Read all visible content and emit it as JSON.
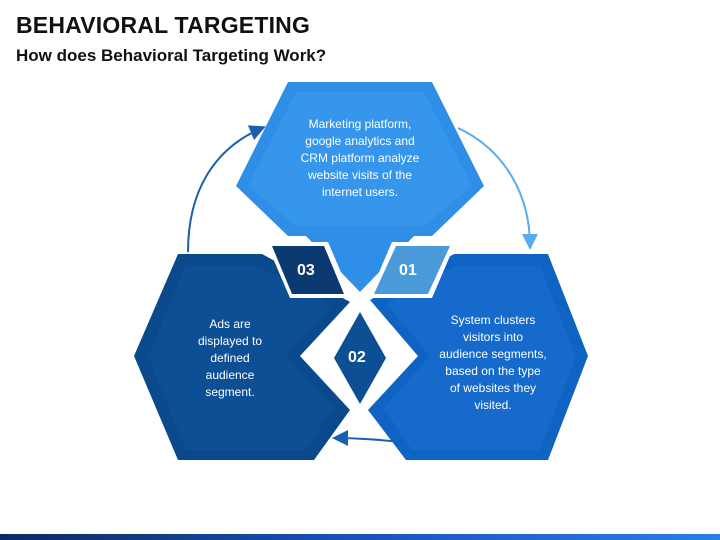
{
  "title": "BEHAVIORAL TARGETING",
  "subtitle": "How does Behavioral Targeting Work?",
  "steps": [
    {
      "number": "01",
      "text": "Marketing platform,\ngoogle analytics and\nCRM platform analyze\nwebsite visits of the\ninternet users."
    },
    {
      "number": "02",
      "text": "System clusters\nvisitors into\naudience segments,\nbased on the type\nof websites they\nvisited."
    },
    {
      "number": "03",
      "text": "Ads are\ndisplayed to\ndefined\naudience\nsegment."
    }
  ],
  "colors": {
    "top_hex": "#2f8fe6",
    "right_hex": "#0f63c2",
    "left_hex": "#0a4a8c",
    "badge_01": "#4a9ad9",
    "badge_02": "#0d4f94",
    "badge_03": "#0b3a70",
    "arrow": "#1a5fb0",
    "arrow_light": "#5aaaf0"
  }
}
